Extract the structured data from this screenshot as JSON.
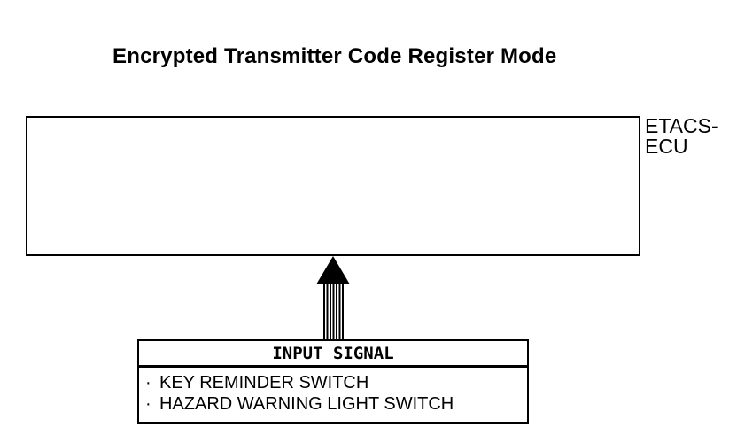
{
  "page": {
    "background_color": "#ffffff",
    "line_color": "#000000"
  },
  "title": "Encrypted Transmitter Code Register Mode",
  "ecu": {
    "label_line1": "ETACS-",
    "label_line2": "ECU"
  },
  "arrow": {
    "direction": "up",
    "style": "striped-shaft-solid-head",
    "color": "#000000"
  },
  "input_signal": {
    "header": "INPUT SIGNAL",
    "bullet": "·",
    "items": [
      "KEY REMINDER SWITCH",
      "HAZARD WARNING LIGHT SWITCH"
    ]
  }
}
